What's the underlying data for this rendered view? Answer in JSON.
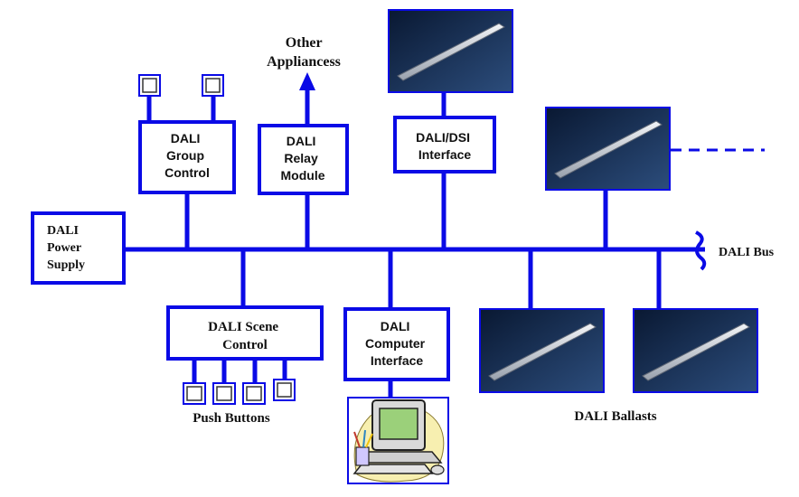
{
  "colors": {
    "bus": "#0a0ae6",
    "box_border": "#0a0ae6",
    "text": "#111111",
    "ballast_bg_top": "#0a1a3c",
    "ballast_bg_bottom": "#2a4a78",
    "ballast_body": "#d8dde6",
    "monitor_green": "#9bd07a",
    "cloud_yellow": "#f7efb0"
  },
  "boxes": {
    "power_supply": [
      "DALI",
      "Power",
      "Supply"
    ],
    "group_control": [
      "DALI",
      "Group",
      "Control"
    ],
    "relay_module": [
      "DALI",
      "Relay",
      "Module"
    ],
    "dsi_interface": [
      "DALI/DSI",
      "Interface"
    ],
    "scene_control": [
      "DALI Scene",
      "Control"
    ],
    "computer_interface": [
      "DALI",
      "Computer",
      "Interface"
    ]
  },
  "labels": {
    "other_appliances": [
      "Other",
      "Appliancess"
    ],
    "dali_bus": "DALI Bus",
    "push_buttons": "Push Buttons",
    "dali_ballasts": "DALI Ballasts"
  },
  "icons": {
    "arrow": "arrow-up-icon",
    "switch": "push-button-icon",
    "ballast": "ballast-icon",
    "computer": "computer-clipart-icon",
    "bus_break": "bus-break-icon"
  }
}
